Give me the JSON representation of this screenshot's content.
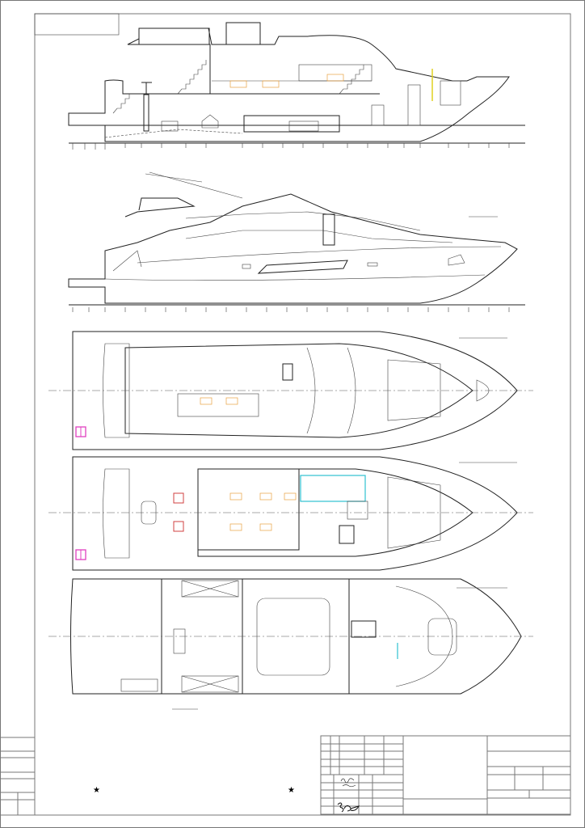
{
  "drawing": {
    "views": [
      "longitudinal-section",
      "exterior-profile",
      "flybridge-plan",
      "main-deck-plan",
      "lower-deck-plan"
    ],
    "symbols": [
      "star-marker",
      "star-marker"
    ],
    "colors": {
      "line": "#222222",
      "frame": "#777777",
      "furniture_orange": "#e8a040",
      "glazing_cyan": "#30c0d0",
      "marker_magenta": "#e040c0",
      "marker_red": "#d04040",
      "accent_yellow": "#e0d020"
    }
  },
  "title_block": {
    "signatures": [
      "signature-1",
      "signature-2"
    ]
  }
}
